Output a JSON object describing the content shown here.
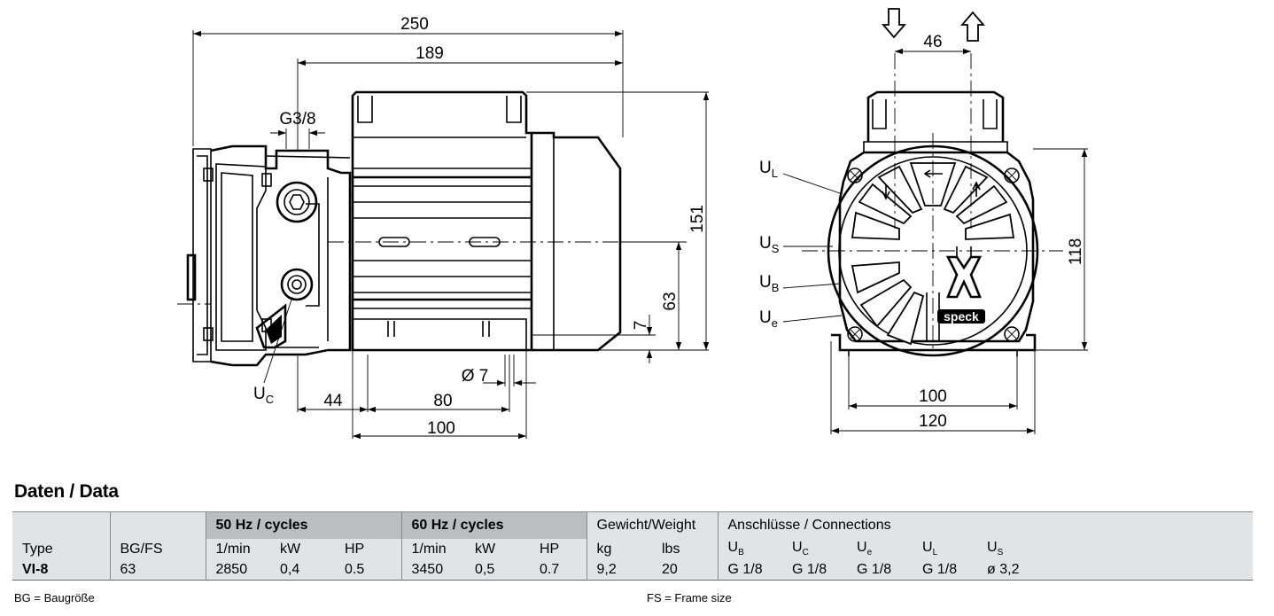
{
  "drawing": {
    "dims": {
      "d250": "250",
      "d189": "189",
      "d151": "151",
      "d63": "63",
      "d7": "7",
      "d44": "44",
      "d80": "80",
      "d100_side": "100",
      "d_hole": "Ø 7",
      "d46": "46",
      "d118": "118",
      "d100_front": "100",
      "d120": "120",
      "thread": "G3/8"
    },
    "labels": {
      "uc_main": "U",
      "uc_sub": "C",
      "ul_main": "U",
      "ul_sub": "L",
      "us_main": "U",
      "us_sub": "S",
      "ub_main": "U",
      "ub_sub": "B",
      "ue_main": "U",
      "ue_sub": "e"
    },
    "brand": "speck"
  },
  "section_title": "Daten / Data",
  "table": {
    "group_headers": {
      "hz50": "50 Hz / cycles",
      "hz60": "60 Hz / cycles",
      "weight": "Gewicht/Weight",
      "connections": "Anschlüsse / Connections"
    },
    "sub_headers": {
      "type": "Type",
      "bgfs": "BG/FS",
      "rpm50": "1/min",
      "kw50": "kW",
      "hp50": "HP",
      "rpm60": "1/min",
      "kw60": "kW",
      "hp60": "HP",
      "kg": "kg",
      "lbs": "lbs",
      "ub": "U",
      "ub_sub": "B",
      "uc": "U",
      "uc_sub": "C",
      "ue": "U",
      "ue_sub": "e",
      "ul": "U",
      "ul_sub": "L",
      "us": "U",
      "us_sub": "S"
    },
    "row": {
      "type": "VI-8",
      "bgfs": "63",
      "rpm50": "2850",
      "kw50": "0,4",
      "hp50": "0.5",
      "rpm60": "3450",
      "kw60": "0,5",
      "hp60": "0.7",
      "kg": "9,2",
      "lbs": "20",
      "ub": "G 1/8",
      "uc": "G 1/8",
      "ue": "G 1/8",
      "ul": "G 1/8",
      "us": "ø 3,2"
    }
  },
  "footnotes": {
    "left": "BG = Baugröße",
    "right": "FS = Frame size"
  }
}
